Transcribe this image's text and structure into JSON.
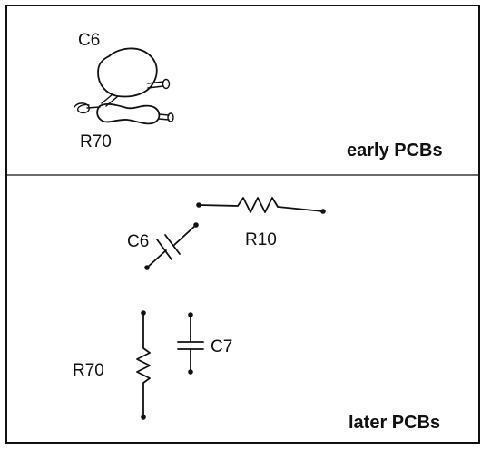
{
  "early_panel": {
    "caption": "early PCBs",
    "labels": {
      "capacitor": "C6",
      "resistor": "R70"
    }
  },
  "later_panel": {
    "caption": "later PCBs",
    "labels": {
      "c6": "C6",
      "r10": "R10",
      "r70": "R70",
      "c7": "C7"
    }
  }
}
